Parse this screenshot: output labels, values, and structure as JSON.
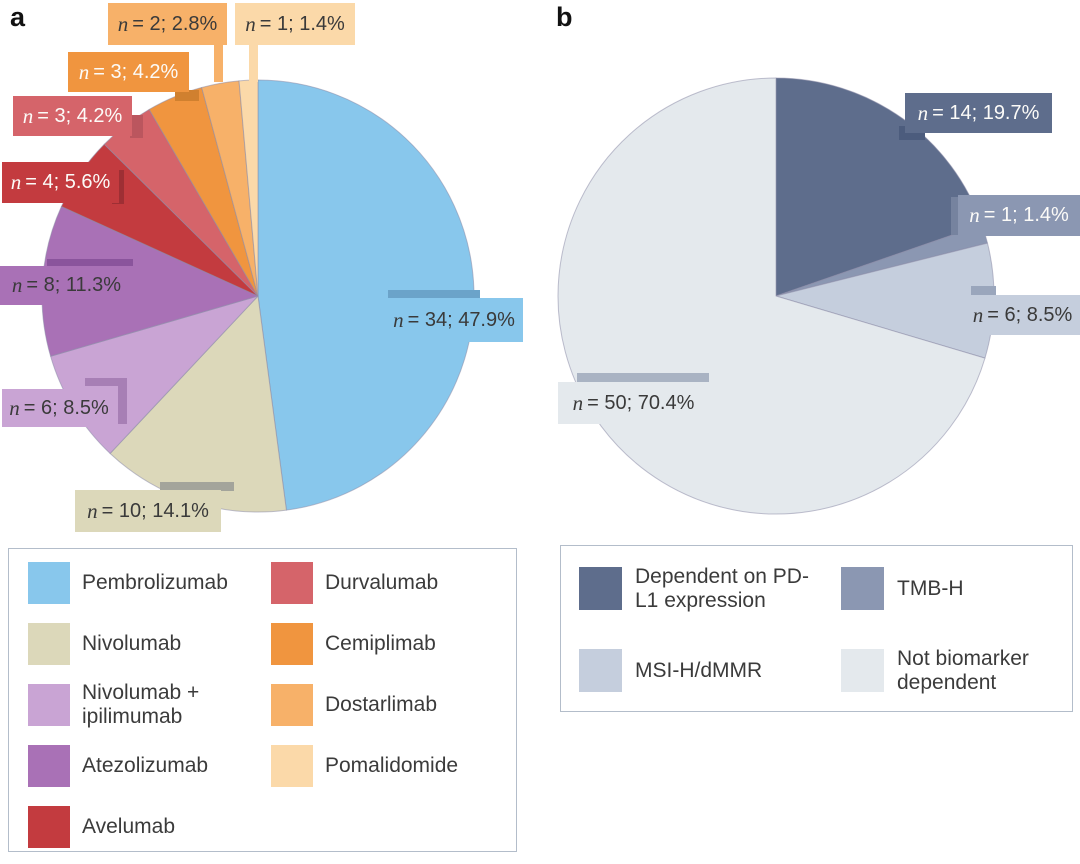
{
  "panels": {
    "a": {
      "label": "a"
    },
    "b": {
      "label": "b"
    }
  },
  "chart_data": [
    {
      "type": "pie",
      "panel": "a",
      "title": "",
      "start_angle_deg": 0,
      "direction": "clockwise",
      "stroke": "#8d8da8",
      "slices": [
        {
          "label": "Pembrolizumab",
          "n": 34,
          "pct": 47.9,
          "color": "#88c7ec",
          "connector_color": "#6ba3c9",
          "callout_sym": "n",
          "callout_rest": "= 34; 47.9%"
        },
        {
          "label": "Nivolumab",
          "n": 10,
          "pct": 14.1,
          "color": "#dcd8ba",
          "connector_color": "#a3a49b",
          "callout_sym": "n",
          "callout_rest": "= 10; 14.1%"
        },
        {
          "label": "Nivolumab + ipilimumab",
          "n": 6,
          "pct": 8.5,
          "color": "#c9a4d4",
          "connector_color": "#a77fb5",
          "callout_sym": "n",
          "callout_rest": "= 6; 8.5%"
        },
        {
          "label": "Atezolizumab",
          "n": 8,
          "pct": 11.3,
          "color": "#a971b6",
          "connector_color": "#8a549c",
          "callout_sym": "n",
          "callout_rest": "= 8; 11.3%"
        },
        {
          "label": "Avelumab",
          "n": 4,
          "pct": 5.6,
          "color": "#c33b3f",
          "connector_color": "#9e2f34",
          "callout_sym": "n",
          "callout_rest": "= 4; 5.6%"
        },
        {
          "label": "Durvalumab",
          "n": 3,
          "pct": 4.2,
          "color": "#d5646a",
          "connector_color": "#bb565e",
          "callout_sym": "n",
          "callout_rest": "= 3; 4.2%"
        },
        {
          "label": "Cemiplimab",
          "n": 3,
          "pct": 4.2,
          "color": "#f0953f",
          "connector_color": "#d0802f",
          "callout_sym": "n",
          "callout_rest": "= 3; 4.2%"
        },
        {
          "label": "Dostarlimab",
          "n": 2,
          "pct": 2.8,
          "color": "#f7b169",
          "connector_color": "#f7b169",
          "callout_sym": "n",
          "callout_rest": "= 2; 2.8%"
        },
        {
          "label": "Pomalidomide",
          "n": 1,
          "pct": 1.4,
          "color": "#fbd9a9",
          "connector_color": "#fbd9a9",
          "callout_sym": "n",
          "callout_rest": "= 1; 1.4%"
        }
      ]
    },
    {
      "type": "pie",
      "panel": "b",
      "title": "",
      "start_angle_deg": 0,
      "direction": "clockwise",
      "stroke": "#8d8da8",
      "slices": [
        {
          "label": "Dependent on PD-L1 expression",
          "n": 14,
          "pct": 19.7,
          "color": "#5e6d8c",
          "connector_color": "#4c5c7d",
          "callout_sym": "n",
          "callout_rest": "= 14; 19.7%"
        },
        {
          "label": "TMB-H",
          "n": 1,
          "pct": 1.4,
          "color": "#8b97b2",
          "connector_color": "#76839f",
          "callout_sym": "n",
          "callout_rest": "= 1; 1.4%"
        },
        {
          "label": "MSI-H/dMMR",
          "n": 6,
          "pct": 8.5,
          "color": "#c5cedd",
          "connector_color": "#9aa6bc",
          "callout_sym": "n",
          "callout_rest": "= 6; 8.5%"
        },
        {
          "label": "Not biomarker dependent",
          "n": 50,
          "pct": 70.4,
          "color": "#e4e9ed",
          "connector_color": "#a9b3c3",
          "callout_sym": "n",
          "callout_rest": "= 50; 70.4%"
        }
      ]
    }
  ]
}
